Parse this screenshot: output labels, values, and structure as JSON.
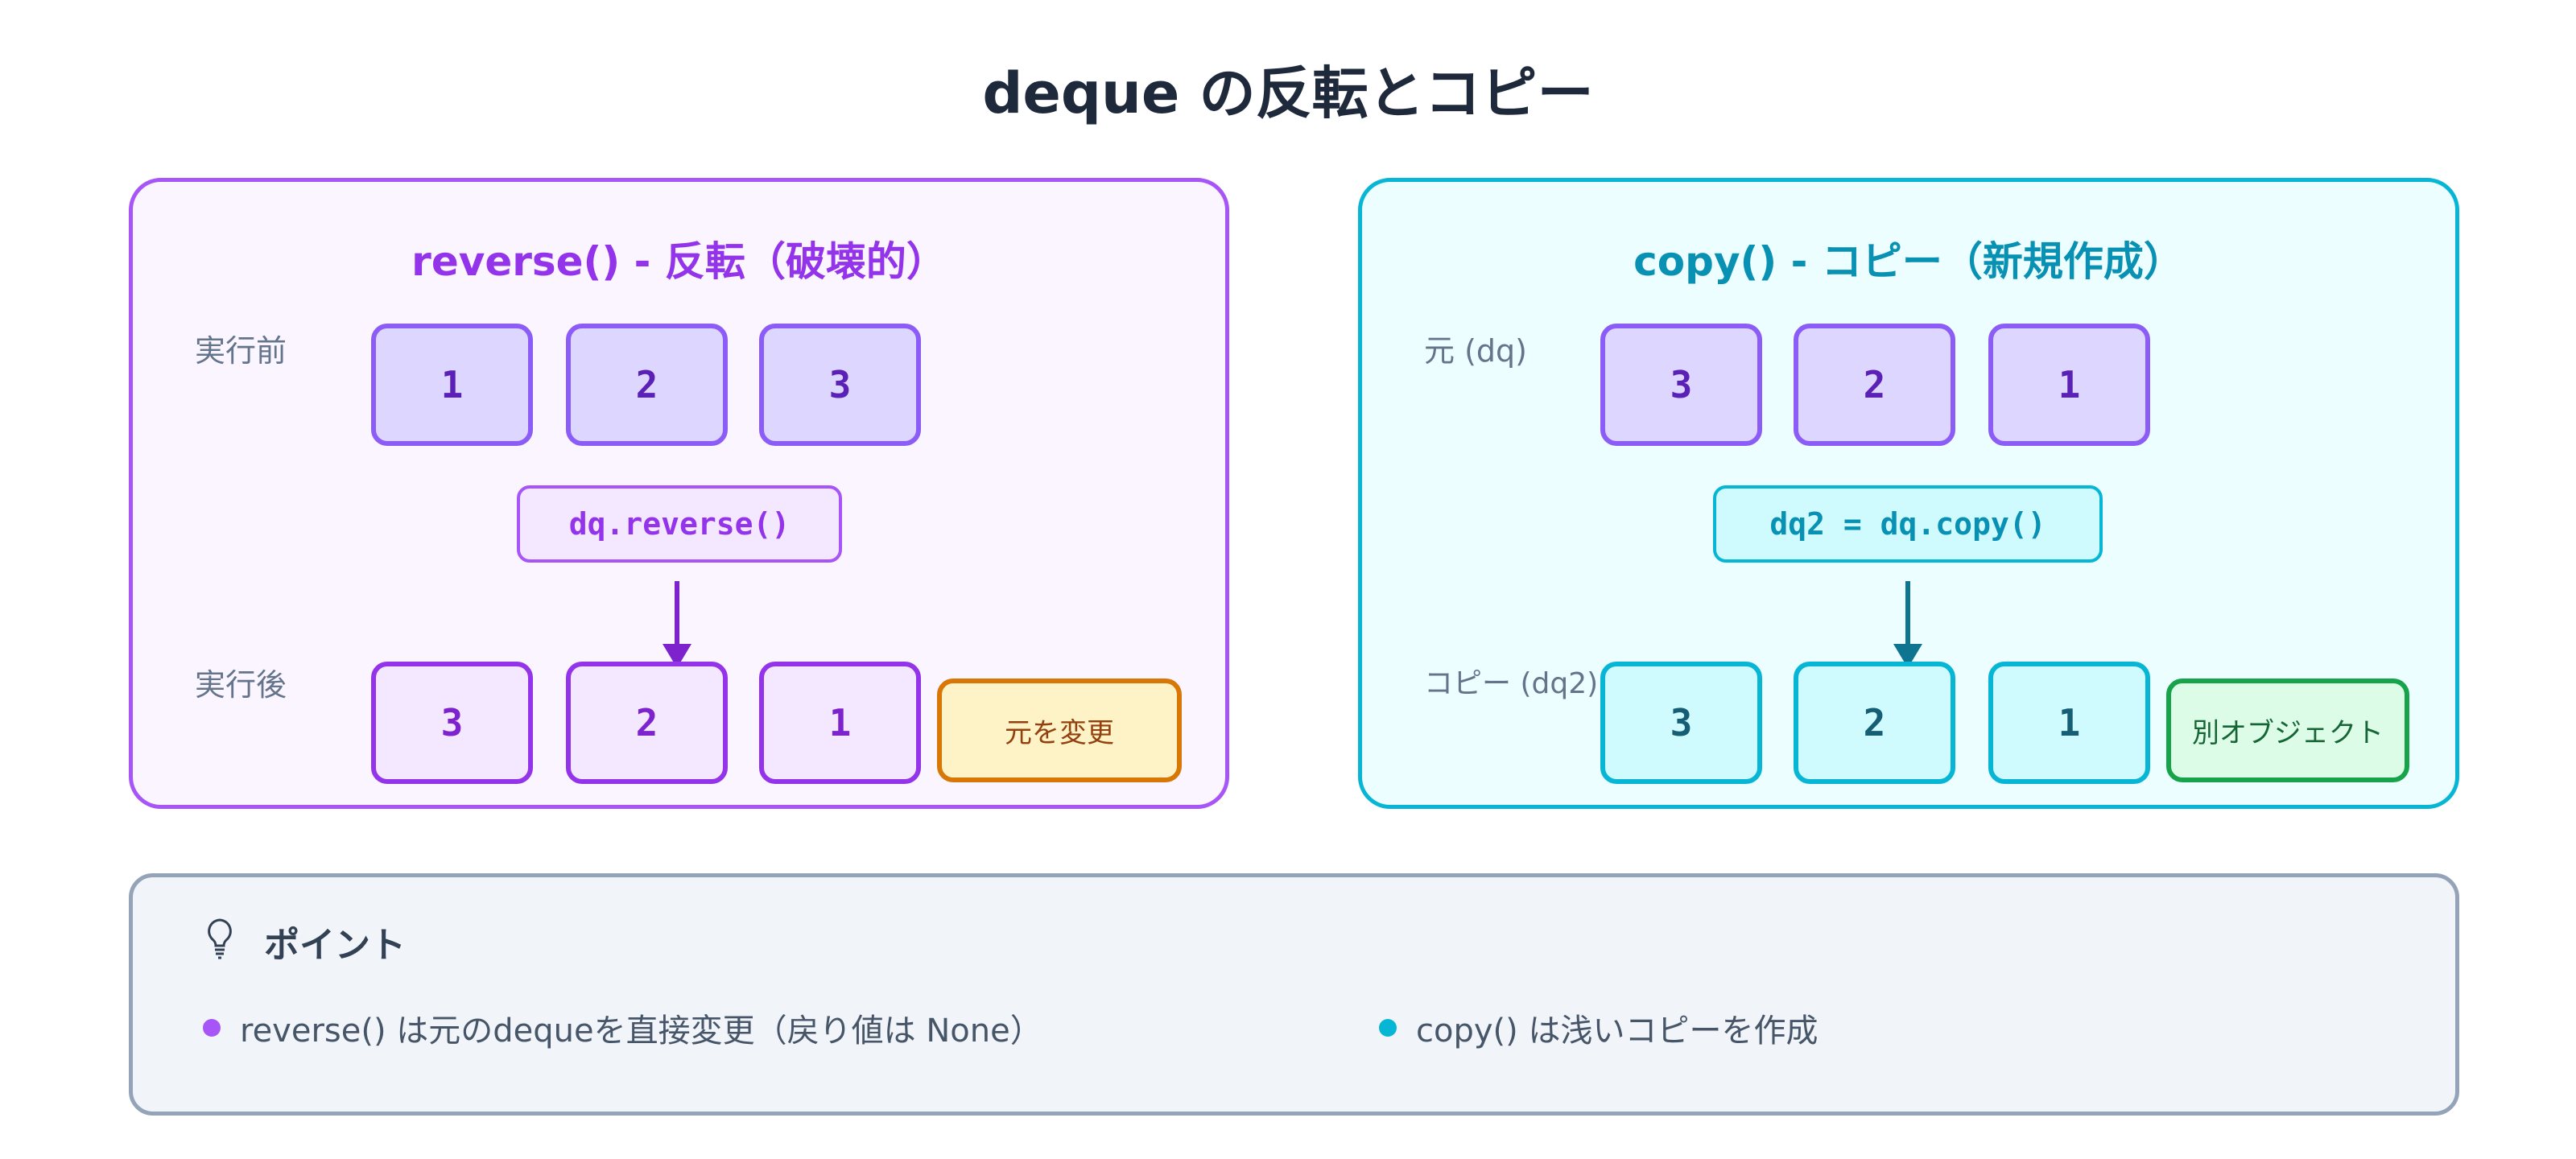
{
  "title": "deque の反転とコピー",
  "left": {
    "title": "reverse() - 反転（破壊的）",
    "before_label": "実行前",
    "after_label": "実行後",
    "before": [
      "1",
      "2",
      "3"
    ],
    "after": [
      "3",
      "2",
      "1"
    ],
    "code": "dq.reverse()",
    "note": "元を変更",
    "colors": {
      "border": "#a855f7",
      "accent": "#9333ea"
    }
  },
  "right": {
    "title": "copy() - コピー（新規作成）",
    "before_label": "元 (dq)",
    "after_label": "コピー (dq2)",
    "before": [
      "3",
      "2",
      "1"
    ],
    "after": [
      "3",
      "2",
      "1"
    ],
    "code": "dq2 = dq.copy()",
    "note": "別オブジェクト",
    "colors": {
      "border": "#06b6d4",
      "accent": "#0891b2"
    }
  },
  "points": {
    "icon": "lightbulb-icon",
    "title": "ポイント",
    "items": [
      "reverse() は元のdequeを直接変更（戻り値は None）",
      "copy() は浅いコピーを作成"
    ]
  }
}
